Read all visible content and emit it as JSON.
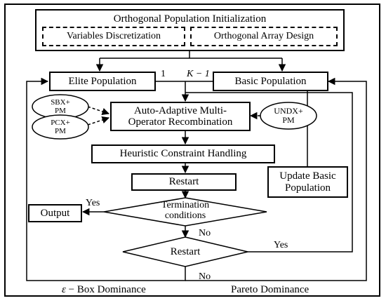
{
  "init_box": {
    "title": "Orthogonal Population Initialization",
    "left": "Variables Discretization",
    "right": "Orthogonal Array Design"
  },
  "elite": "Elite Population",
  "basic": "Basic Population",
  "label_one": "1",
  "label_k": "K − 1",
  "ops": {
    "sbx": [
      "SBX+",
      "PM"
    ],
    "pcx": [
      "PCX+",
      "PM"
    ],
    "undx": [
      "UNDX+",
      "PM"
    ]
  },
  "recombination": [
    "Auto-Adaptive Multi-",
    "Operator Recombination"
  ],
  "constraint": "Heuristic Constraint Handling",
  "restart_box": "Restart",
  "update": [
    "Update Basic",
    "Population"
  ],
  "termination": [
    "Termination",
    "conditions"
  ],
  "output": "Output",
  "restart_diamond": "Restart",
  "yes1": "Yes",
  "no1": "No",
  "yes2": "Yes",
  "no2": "No",
  "footer_left_sym": "ε",
  "footer_left": "− Box Dominance",
  "footer_right": "Pareto Dominance"
}
